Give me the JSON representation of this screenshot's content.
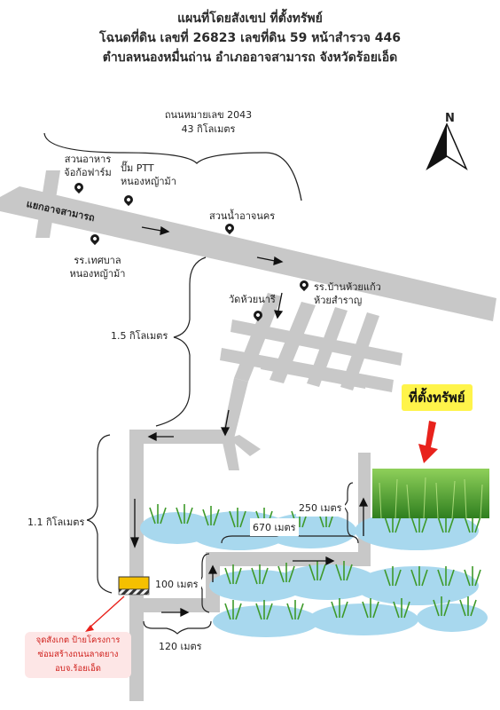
{
  "header": {
    "line1": "แผนที่โดยสังเขป ที่ตั้งทรัพย์",
    "line2": "โฉนดที่ดิน เลขที่ 26823 เลขที่ดิน 59 หน้าสำรวจ 446",
    "line3": "ตำบลหนองหมื่นถ่าน อำเภออาจสามารถ จังหวัดร้อยเอ็ด"
  },
  "highway": {
    "line1": "ถนนหมายเลข 2043",
    "line2": "43 กิโลเมตร"
  },
  "compass": {
    "label": "N"
  },
  "junction_label": "แยกอาจสามารถ",
  "places": {
    "restaurant": "สวนอาหาร\nจ้อก้อฟาร์ม",
    "ptt": "ปั๊ม PTT\nหนองหญ้าม้า",
    "water_park": "สวนน้ำอาจนคร",
    "school1": "รร.เทศบาล\nหนองหญ้าม้า",
    "temple": "วัดห้วยนารี",
    "school2": "รร.บ้านห้วยแก้ว\nห้วยสำราญ"
  },
  "distances": {
    "d_15km": "1.5 กิโลเมตร",
    "d_11km": "1.1 กิโลเมตร",
    "d_250m": "250 เมตร",
    "d_670m": "670 เมตร",
    "d_100m": "100 เมตร",
    "d_120m": "120 เมตร"
  },
  "property_label": "ที่ตั้งทรัพย์",
  "note": "จุดสังเกต ป้ายโครงการ\nซ่อมสร้างถนนลาดยาง\nอบจ.ร้อยเอ็ด",
  "colors": {
    "road": "#c8c8c8",
    "water": "#a8d8ee",
    "grass": "#3e9a2a",
    "property_label_bg": "#fff44a",
    "arrow": "#e8221c",
    "note_text": "#d0201c"
  }
}
